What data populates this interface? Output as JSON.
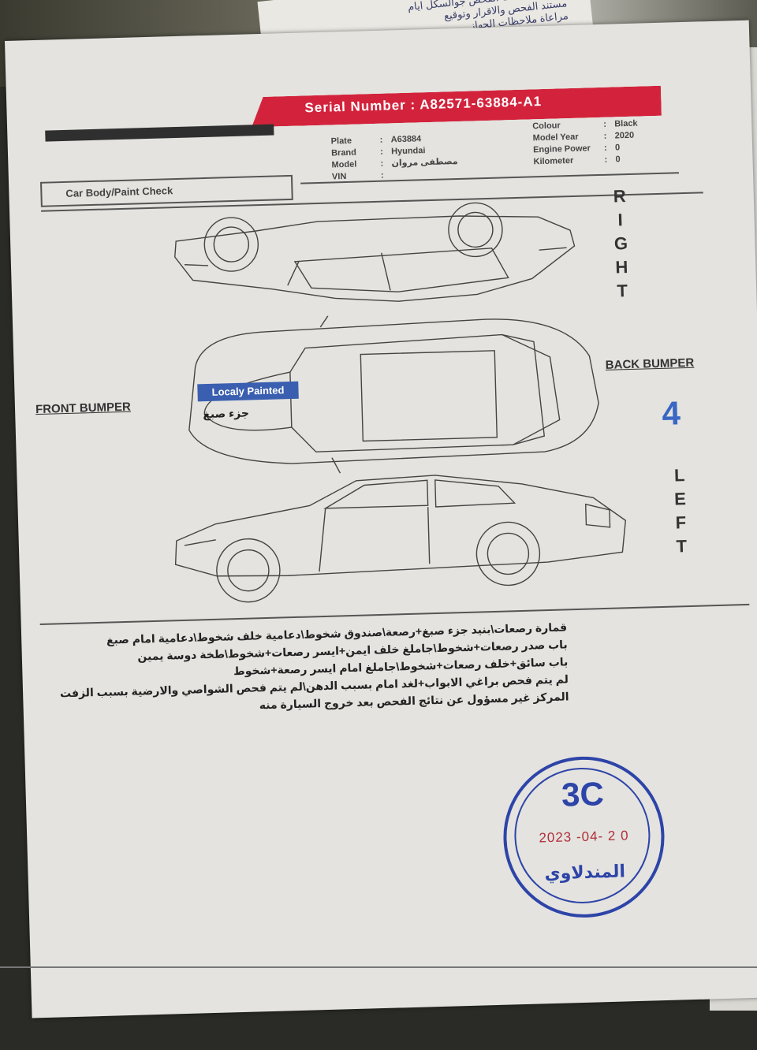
{
  "background_note": {
    "lines": [
      "رقم وزن بيانات الفحص جوالسكل ايام",
      "مستند الفحص والاقرار وتوقيع",
      "مراعاة ملاحظات الجهاز"
    ]
  },
  "header": {
    "serial_label": "Serial Number :",
    "serial_value": "A82571-63884-A1",
    "left": [
      {
        "key": "Plate",
        "value": "A63884"
      },
      {
        "key": "Brand",
        "value": "Hyundai"
      },
      {
        "key": "Model",
        "value": "مصطفى مروان"
      },
      {
        "key": "VIN",
        "value": ""
      }
    ],
    "right": [
      {
        "key": "Colour",
        "value": "Black"
      },
      {
        "key": "Model Year",
        "value": "2020"
      },
      {
        "key": "Engine Power",
        "value": "0"
      },
      {
        "key": "Kilometer",
        "value": "0"
      }
    ]
  },
  "section_title": "Car Body/Paint Check",
  "labels": {
    "right_side": "RIGHT",
    "left_side": "LEFT",
    "front": "FRONT BUMPER",
    "back": "BACK BUMPER",
    "grade": "4",
    "painted_tag": "Localy Painted",
    "painted_tag_ar": "جزء صبغ"
  },
  "notes": [
    "قمارة رصعات\\بنيد جزء صبغ+رصعة\\صندوق شخوط\\دعامية خلف شخوط\\دعامية امام صبغ",
    "باب صدر رصعات+شخوط\\جاملغ خلف ايمن+ايسر رصعات+شخوط\\طخة دوسة يمين",
    "باب سائق+خلف رصعات+شخوط\\جاملغ امام ايسر رصعة+شخوط",
    "لم يتم فحص براغي الابواب+لغد امام بسبب الدهن\\لم يتم فحص الشواصي والارضية بسبب الزفت",
    "المركز غير مسؤول عن نتائج الفحص بعد خروج السيارة منه"
  ],
  "stamp": {
    "code": "3C",
    "date": "2023 -04- 2 0",
    "name": "المندلاوي"
  }
}
